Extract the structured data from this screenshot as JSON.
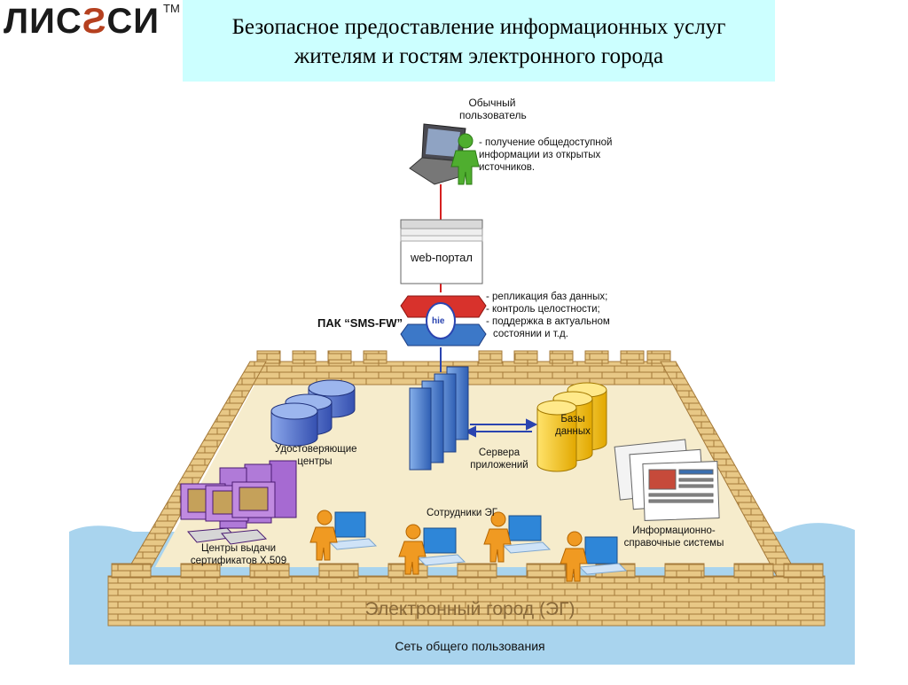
{
  "logo": {
    "text": "ЛИС",
    "text2": "СИ",
    "tm": "TM",
    "color": "#b5401f"
  },
  "header": {
    "title_line1": "Безопасное предоставление информационных услуг",
    "title_line2": "жителям и гостям электронного города"
  },
  "diagram": {
    "user": {
      "title_line1": "Обычный",
      "title_line2": "пользователь",
      "note": [
        "- получение общедоступной",
        "информации из открытых",
        "источников."
      ]
    },
    "portal": {
      "label": "web-портал"
    },
    "firewall": {
      "label": "ПАК “SMS-FW”",
      "badge": "hie",
      "notes": [
        "- репликация баз данных;",
        "- контроль целостности;",
        "- поддержка в актуальном",
        "состоянии и т.д."
      ]
    },
    "cert_authorities": {
      "label_line1": "Удостоверяющие",
      "label_line2": "центры"
    },
    "app_servers": {
      "label_line1": "Сервера",
      "label_line2": "приложений"
    },
    "databases": {
      "label_line1": "Базы",
      "label_line2": "данных"
    },
    "cert_centers": {
      "label_line1": "Центры выдачи",
      "label_line2": "сертификатов X.509"
    },
    "staff": {
      "label": "Сотрудники ЭГ"
    },
    "info_systems": {
      "label_line1": "Информационно-",
      "label_line2": "справочные системы"
    },
    "city": {
      "label": "Электронный город (ЭГ)"
    },
    "network": {
      "label": "Сеть общего пользования"
    },
    "colors": {
      "water": "#a9d4ee",
      "wall": "#e8c886",
      "brick_line": "#a57a3a",
      "ground": "#f6eccc",
      "link_red": "#d62020",
      "link_blue": "#2a44b0",
      "server_blue": "#4a7fd0",
      "db_yellow": "#f5c400",
      "person_green": "#4fae2f",
      "person_orange": "#f09a22"
    }
  }
}
